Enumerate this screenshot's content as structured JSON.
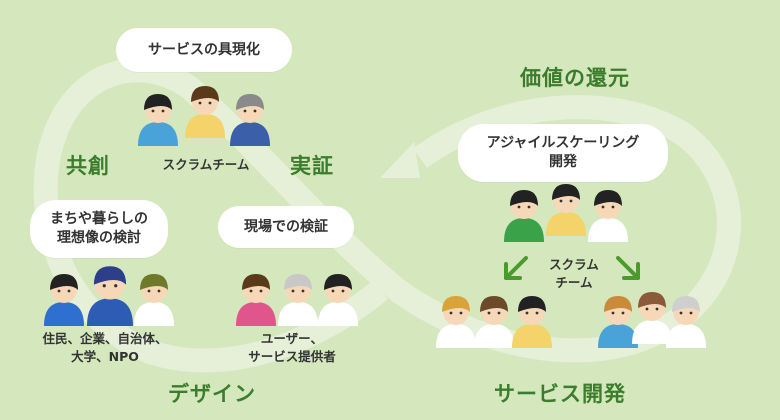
{
  "colors": {
    "background": "#d5e8bd",
    "loop_band": "#e6f0d8",
    "heading_green": "#3b7d2c",
    "arrow_green": "#4a9a2c",
    "bubble": "#ffffff",
    "text": "#333333"
  },
  "headings": {
    "kyoso": "共創",
    "jissho": "実証",
    "design": "デザイン",
    "service_dev": "サービス開発",
    "kangen": "価値の還元"
  },
  "bubbles": {
    "gugenka": "サービスの具現化",
    "machiya": "まちや暮らしの\n理想像の検討",
    "genba": "現場での検証",
    "agile": "アジャイルスケーリング\n開発"
  },
  "captions": {
    "scrum_team": "スクラムチーム",
    "residents": "住民、企業、自治体、\n大学、NPO",
    "users": "ユーザー、\nサービス提供者",
    "scrum_team_split": "スクラム\nチーム"
  },
  "icons": {
    "loop": "infinity-loop-arrow",
    "split_arrows": "diagonal-arrow-icon",
    "people": "person-icon"
  }
}
